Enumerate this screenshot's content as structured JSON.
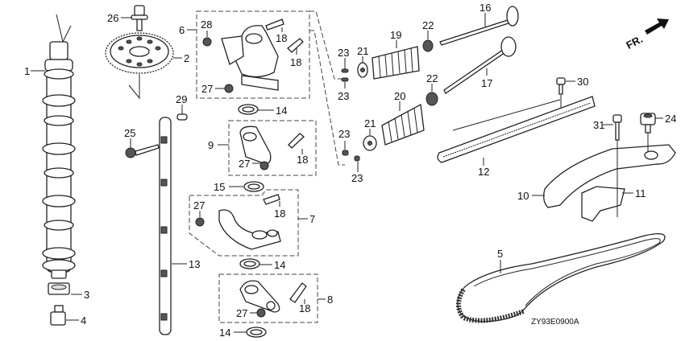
{
  "diagram": {
    "drawing_code": "ZY93E0900A",
    "direction_label": "FR.",
    "callouts": {
      "c1": "1",
      "c2": "2",
      "c3": "3",
      "c4": "4",
      "c5": "5",
      "c6": "6",
      "c7": "7",
      "c8": "8",
      "c9": "9",
      "c10": "10",
      "c11": "11",
      "c12": "12",
      "c13": "13",
      "c14a": "14",
      "c14b": "14",
      "c14c": "14",
      "c15": "15",
      "c16": "16",
      "c17": "17",
      "c18a": "18",
      "c18b": "18",
      "c18c": "18",
      "c18d": "18",
      "c18e": "18",
      "c19": "19",
      "c20": "20",
      "c21a": "21",
      "c21b": "21",
      "c22a": "22",
      "c22b": "22",
      "c23a": "23",
      "c23b": "23",
      "c23c": "23",
      "c23d": "23",
      "c24": "24",
      "c25": "25",
      "c26": "26",
      "c27a": "27",
      "c27b": "27",
      "c27c": "27",
      "c27d": "27",
      "c28": "28",
      "c29": "29",
      "c30": "30",
      "c31": "31"
    }
  }
}
